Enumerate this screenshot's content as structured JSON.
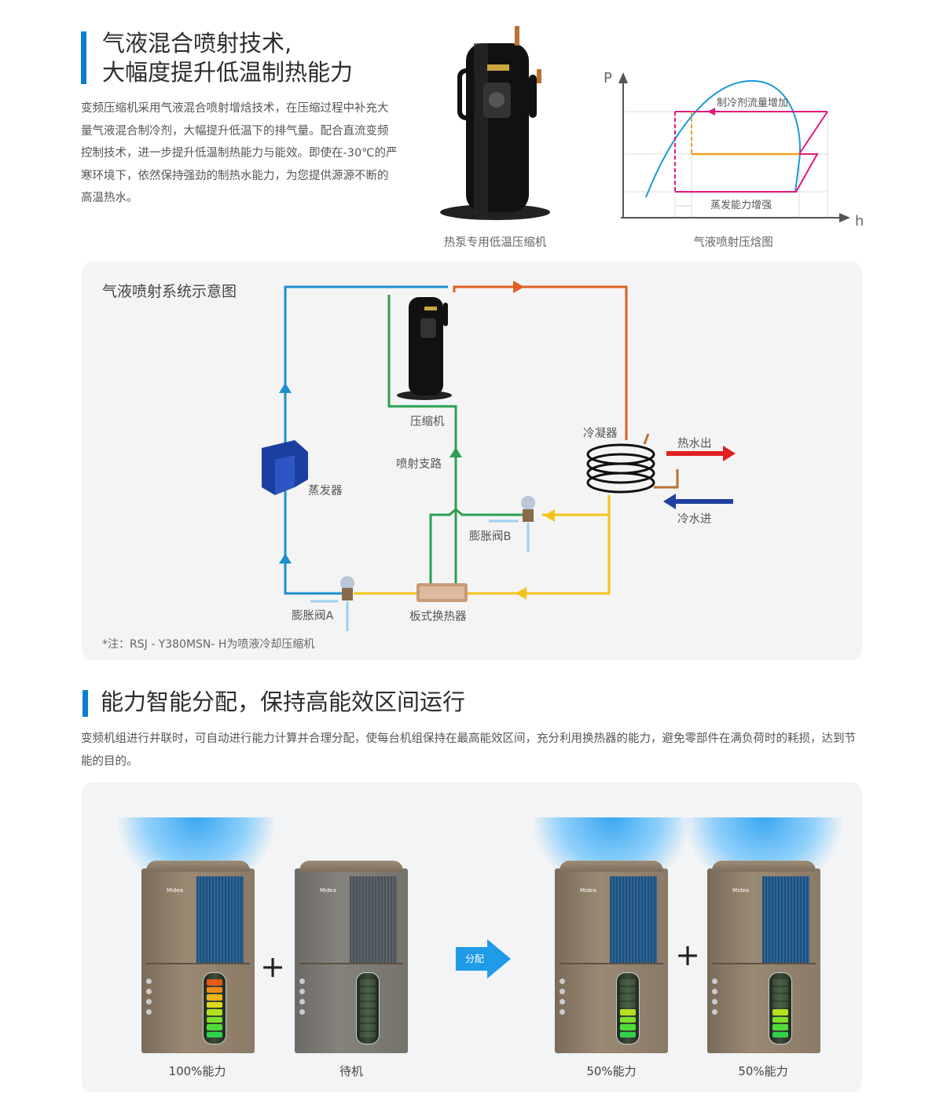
{
  "section1": {
    "title_line1": "气液混合喷射技术,",
    "title_line2": "大幅度提升低温制热能力",
    "paragraph": "变频压缩机采用气液混合喷射增焓技术，在压缩过程中补充大量气液混合制冷剂，大幅提升低温下的排气量。配合直流变频控制技术，进一步提升低温制热能力与能效。即使在-30℃的严寒环境下，依然保持强劲的制热水能力，为您提供源源不断的高温热水。",
    "compressor_caption": "热泵专用低温压缩机",
    "ph_chart": {
      "caption": "气液喷射压焓图",
      "y_axis": "P",
      "x_axis": "h",
      "annotation_top": "制冷剂流量增加",
      "annotation_bottom": "蒸发能力增强",
      "colors": {
        "saturation_curve": "#1a9ad6",
        "cycle": "#e0197d",
        "injection": "#f0a020"
      }
    }
  },
  "diagram": {
    "title": "气液喷射系统示意图",
    "labels": {
      "compressor": "压缩机",
      "injection_branch": "喷射支路",
      "evaporator": "蒸发器",
      "condenser": "冷凝器",
      "hot_water_out": "热水出",
      "cold_water_in": "冷水进",
      "valve_b": "膨胀阀B",
      "valve_a": "膨胀阀A",
      "plate_hx": "板式换热器"
    },
    "note": "*注：RSJ - Y380MSN- H为喷液冷却压缩机",
    "colors": {
      "suction": "#1a8fd0",
      "injection": "#2aa050",
      "discharge": "#e06020",
      "liquid": "#f2c418",
      "hot": "#e02020",
      "cold": "#2040a0"
    }
  },
  "section2": {
    "title": "能力智能分配，保持高能效区间运行",
    "paragraph": "变频机组进行并联时，可自动进行能力计算并合理分配，使每台机组保持在最高能效区间，充分利用换热器的能力，避免零部件在满负荷时的耗损，达到节能的目的。",
    "arrow_label": "分配",
    "brand": "Midea",
    "units": [
      {
        "label": "100%能力",
        "capacity": 1.0
      },
      {
        "label": "待机",
        "capacity": 0
      },
      {
        "label": "50%能力",
        "capacity": 0.5
      },
      {
        "label": "50%能力",
        "capacity": 0.5
      }
    ]
  }
}
